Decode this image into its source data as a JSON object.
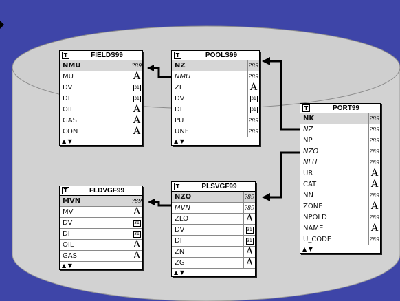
{
  "tables": {
    "fields99": {
      "title": "FIELDS99",
      "rows": [
        {
          "name": "NMU",
          "type": "num",
          "key": true,
          "fk": false
        },
        {
          "name": "MU",
          "type": "alpha",
          "key": false,
          "fk": false
        },
        {
          "name": "DV",
          "type": "date",
          "key": false,
          "fk": false
        },
        {
          "name": "DI",
          "type": "date",
          "key": false,
          "fk": false
        },
        {
          "name": "OIL",
          "type": "alpha",
          "key": false,
          "fk": false
        },
        {
          "name": "GAS",
          "type": "alpha",
          "key": false,
          "fk": false
        },
        {
          "name": "CON",
          "type": "alpha",
          "key": false,
          "fk": false
        }
      ]
    },
    "pools99": {
      "title": "POOLS99",
      "rows": [
        {
          "name": "NZ",
          "type": "num",
          "key": true,
          "fk": false
        },
        {
          "name": "NMU",
          "type": "num",
          "key": false,
          "fk": true
        },
        {
          "name": "ZL",
          "type": "alpha",
          "key": false,
          "fk": false
        },
        {
          "name": "DV",
          "type": "date",
          "key": false,
          "fk": false
        },
        {
          "name": "DI",
          "type": "date",
          "key": false,
          "fk": false
        },
        {
          "name": "PU",
          "type": "num",
          "key": false,
          "fk": false
        },
        {
          "name": "UNF",
          "type": "num",
          "key": false,
          "fk": false
        }
      ]
    },
    "port99": {
      "title": "PORT99",
      "rows": [
        {
          "name": "NK",
          "type": "num",
          "key": true,
          "fk": false
        },
        {
          "name": "NZ",
          "type": "num",
          "key": false,
          "fk": true
        },
        {
          "name": "NP",
          "type": "num",
          "key": false,
          "fk": false
        },
        {
          "name": "NZO",
          "type": "num",
          "key": false,
          "fk": true
        },
        {
          "name": "NLU",
          "type": "num",
          "key": false,
          "fk": true
        },
        {
          "name": "UR",
          "type": "alpha",
          "key": false,
          "fk": false
        },
        {
          "name": "CAT",
          "type": "alpha",
          "key": false,
          "fk": false
        },
        {
          "name": "NN",
          "type": "num",
          "key": false,
          "fk": false
        },
        {
          "name": "ZONE",
          "type": "alpha",
          "key": false,
          "fk": false
        },
        {
          "name": "NPOLD",
          "type": "num",
          "key": false,
          "fk": false
        },
        {
          "name": "NAME",
          "type": "alpha",
          "key": false,
          "fk": false
        },
        {
          "name": "U_CODE",
          "type": "num",
          "key": false,
          "fk": false
        }
      ]
    },
    "fldvgf99": {
      "title": "FLDVGF99",
      "rows": [
        {
          "name": "MVN",
          "type": "num",
          "key": true,
          "fk": false
        },
        {
          "name": "MV",
          "type": "alpha",
          "key": false,
          "fk": false
        },
        {
          "name": "DV",
          "type": "date",
          "key": false,
          "fk": false
        },
        {
          "name": "DI",
          "type": "date",
          "key": false,
          "fk": false
        },
        {
          "name": "OIL",
          "type": "alpha",
          "key": false,
          "fk": false
        },
        {
          "name": "GAS",
          "type": "alpha",
          "key": false,
          "fk": false
        }
      ]
    },
    "plsvgf99": {
      "title": "PLSVGF99",
      "rows": [
        {
          "name": "NZO",
          "type": "num",
          "key": true,
          "fk": false
        },
        {
          "name": "MVN",
          "type": "num",
          "key": false,
          "fk": true
        },
        {
          "name": "ZLO",
          "type": "alpha",
          "key": false,
          "fk": false
        },
        {
          "name": "DV",
          "type": "date",
          "key": false,
          "fk": false
        },
        {
          "name": "DI",
          "type": "date",
          "key": false,
          "fk": false
        },
        {
          "name": "ZN",
          "type": "alpha",
          "key": false,
          "fk": false
        },
        {
          "name": "ZG",
          "type": "alpha",
          "key": false,
          "fk": false
        }
      ]
    }
  },
  "icons": {
    "table": "T",
    "num": "?89",
    "alpha": "A",
    "date": "31",
    "scroll": "▲ ▼"
  },
  "colors": {
    "background": "#3e45a8",
    "cylinder": "#d2d2d2",
    "key_row": "#d6d6d6"
  }
}
